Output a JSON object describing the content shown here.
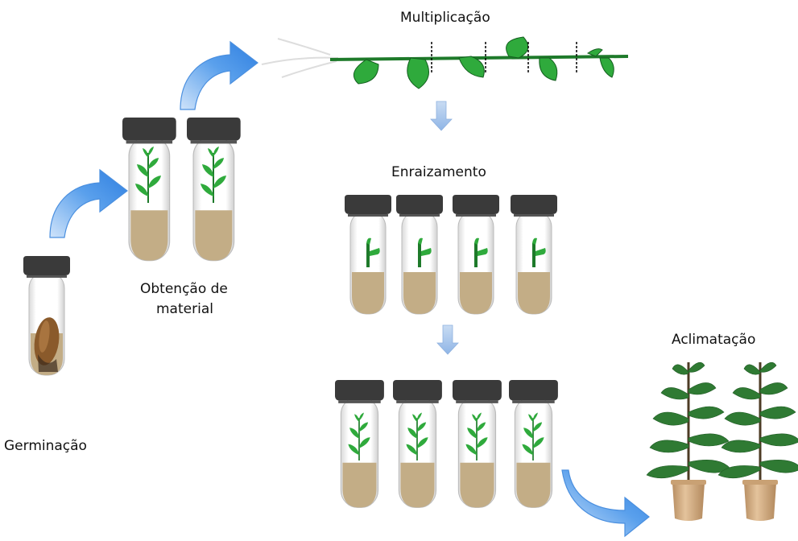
{
  "labels": {
    "germinacao": "Germinação",
    "obtencao_line1": "Obtenção de",
    "obtencao_line2": "material",
    "multiplicacao": "Multiplicação",
    "enraizamento": "Enraizamento",
    "aclimatacao": "Aclimatação"
  },
  "colors": {
    "arrow_blue": "#3f8fe6",
    "arrow_light": "#a9c9ee",
    "tube_cap": "#3a3a3a",
    "medium": "#c3ad86",
    "leaf": "#2faa3c",
    "stem": "#1e7a2a",
    "seed": "#8a5a2b",
    "pot": "#d2ad82",
    "plant_leaf": "#2f7a33"
  },
  "icons": [
    "curved-arrow-icon",
    "down-arrow-icon",
    "test-tube-icon",
    "seed-icon",
    "plantlet-icon",
    "cutting-icon",
    "branch-icon",
    "potted-plant-icon"
  ]
}
